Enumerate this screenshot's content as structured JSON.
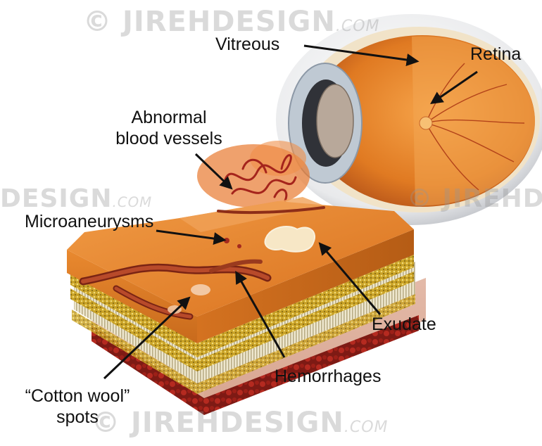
{
  "labels": {
    "vitreous": "Vitreous",
    "retina": "Retina",
    "abnormal_line1": "Abnormal",
    "abnormal_line2": "blood vessels",
    "microaneurysms": "Microaneurysms",
    "exudate": "Exudate",
    "hemorrhages": "Hemorrhages",
    "cotton_line1": "“Cotton wool”",
    "cotton_line2": "spots"
  },
  "watermark": {
    "symbol": "©",
    "brand": "JIREHDESIGN",
    "suffix": ".COM",
    "partial_left": "DESIGN",
    "partial_left_suffix": ".COM",
    "partial_right": "JIREHD"
  },
  "colors": {
    "tissue_orange": "#e8862a",
    "vessel_red": "#b83a1f",
    "gold_layer": "#c9a227",
    "pink_base": "#eec9b8",
    "exudate": "#f7e7c6"
  }
}
